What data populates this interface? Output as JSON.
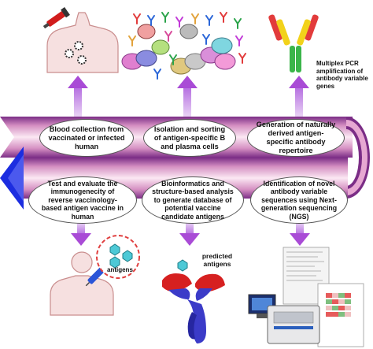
{
  "steps": {
    "blood": "Blood collection from vaccinated or infected human",
    "isolation": "Isolation and sorting of antigen-specific B and plasma cells",
    "generation": "Generation of naturally derived antigen-specific antibody repertoire",
    "test": "Test and evaluate the immunogenecity of reverse vaccinology-based antigen vaccine in human",
    "bioinformatics": "Bioinformatics and structure-based analysis to generate database of potential vaccine candidate antigens",
    "identification": "Identification of novel antibody variable sequences using Next-generation sequencing (NGS)"
  },
  "labels": {
    "pcr": "Multiplex PCR amplification of antibody variable genes",
    "antigens": "antigens",
    "predicted": "predicted antigens"
  },
  "colors": {
    "band_dark": "#7b2d86",
    "band_light": "#f4d7ea",
    "arrow_purple": "#a94bd6",
    "arrow_blue": "#1c2de0",
    "body_pink": "#f6e0e0",
    "body_outline": "#c98d8d"
  }
}
